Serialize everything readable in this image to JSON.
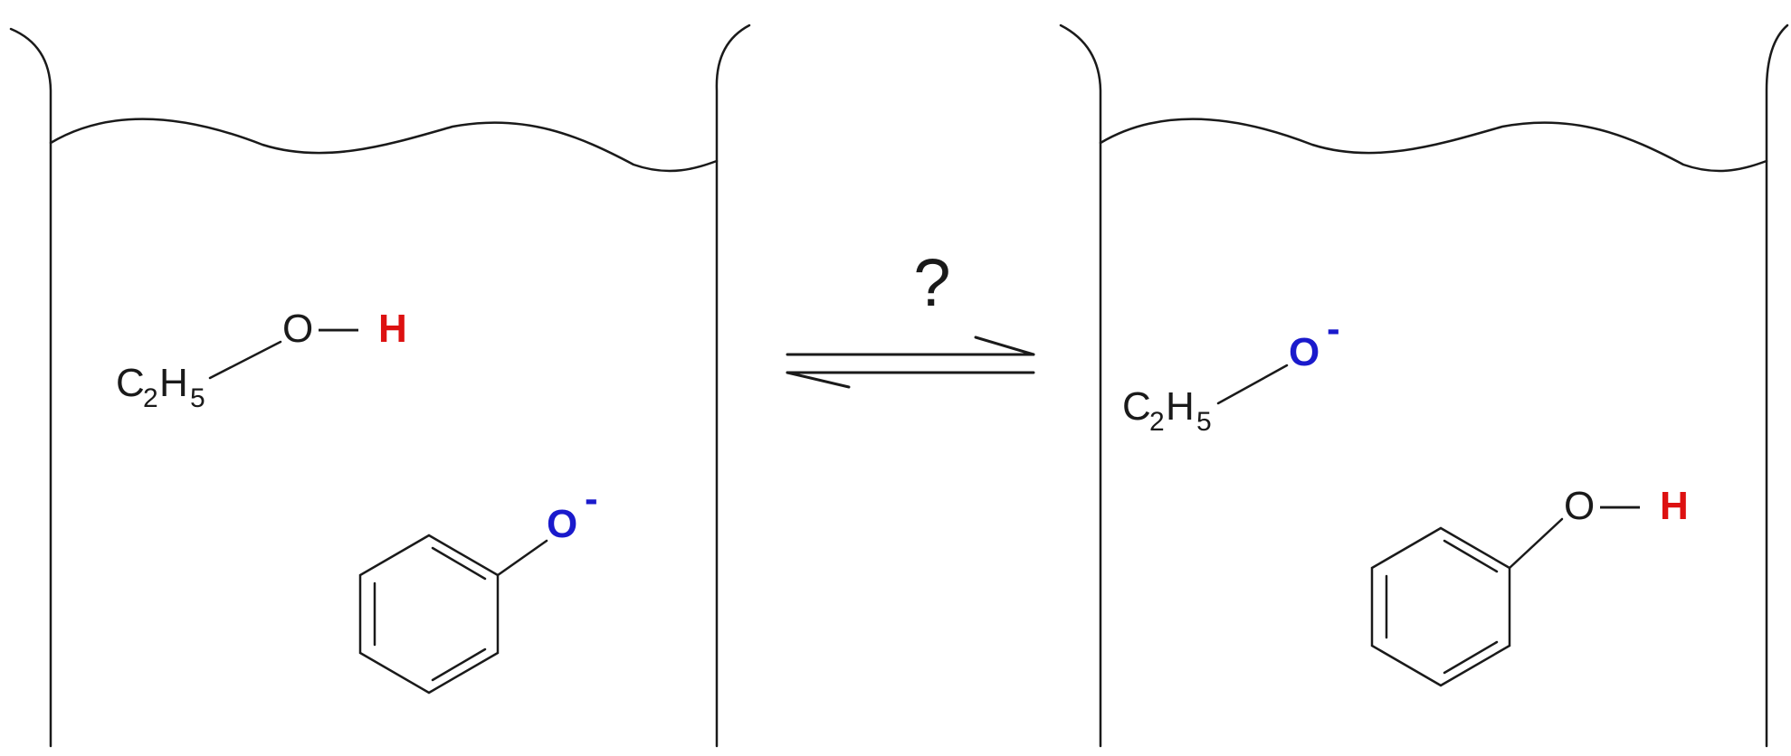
{
  "equilibrium_label": "?",
  "colors": {
    "hydrogen": "#dd1111",
    "oxide": "#1a1acc",
    "line": "#1a1a1a"
  },
  "beakers": [
    {
      "ethyl": {
        "c": "C",
        "c_sub": "2",
        "h": "H",
        "h_sub": "5",
        "o": "O",
        "dash": "—",
        "h_atom": "H",
        "charge": ""
      },
      "phenyl": {
        "o": "O",
        "charge": "-",
        "dash": "",
        "h_atom": ""
      }
    },
    {
      "ethyl": {
        "c": "C",
        "c_sub": "2",
        "h": "H",
        "h_sub": "5",
        "o": "O",
        "dash": "",
        "h_atom": "",
        "charge": "-"
      },
      "phenyl": {
        "o": "O",
        "charge": "",
        "dash": "—",
        "h_atom": "H"
      }
    }
  ]
}
